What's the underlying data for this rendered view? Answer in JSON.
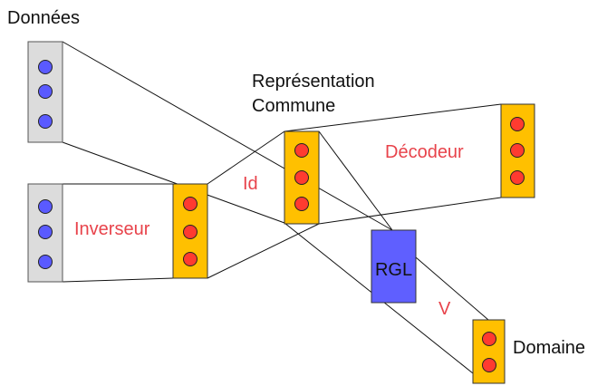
{
  "labels": {
    "donnees": "Données",
    "representation_line1": "Représentation",
    "representation_line2": "Commune",
    "id": "Id",
    "decodeur": "Décodeur",
    "inverseur": "Inverseur",
    "rgl": "RGL",
    "v": "V",
    "domaine": "Domaine"
  },
  "colors": {
    "gray_fill": "#dcdcdc",
    "gray_stroke": "#555555",
    "orange_fill": "#ffc000",
    "blue_node": "#5a5aff",
    "red_node": "#ff3b30",
    "rgl_fill": "#5f5fff",
    "line": "#111111",
    "red_text": "#e8434b"
  }
}
